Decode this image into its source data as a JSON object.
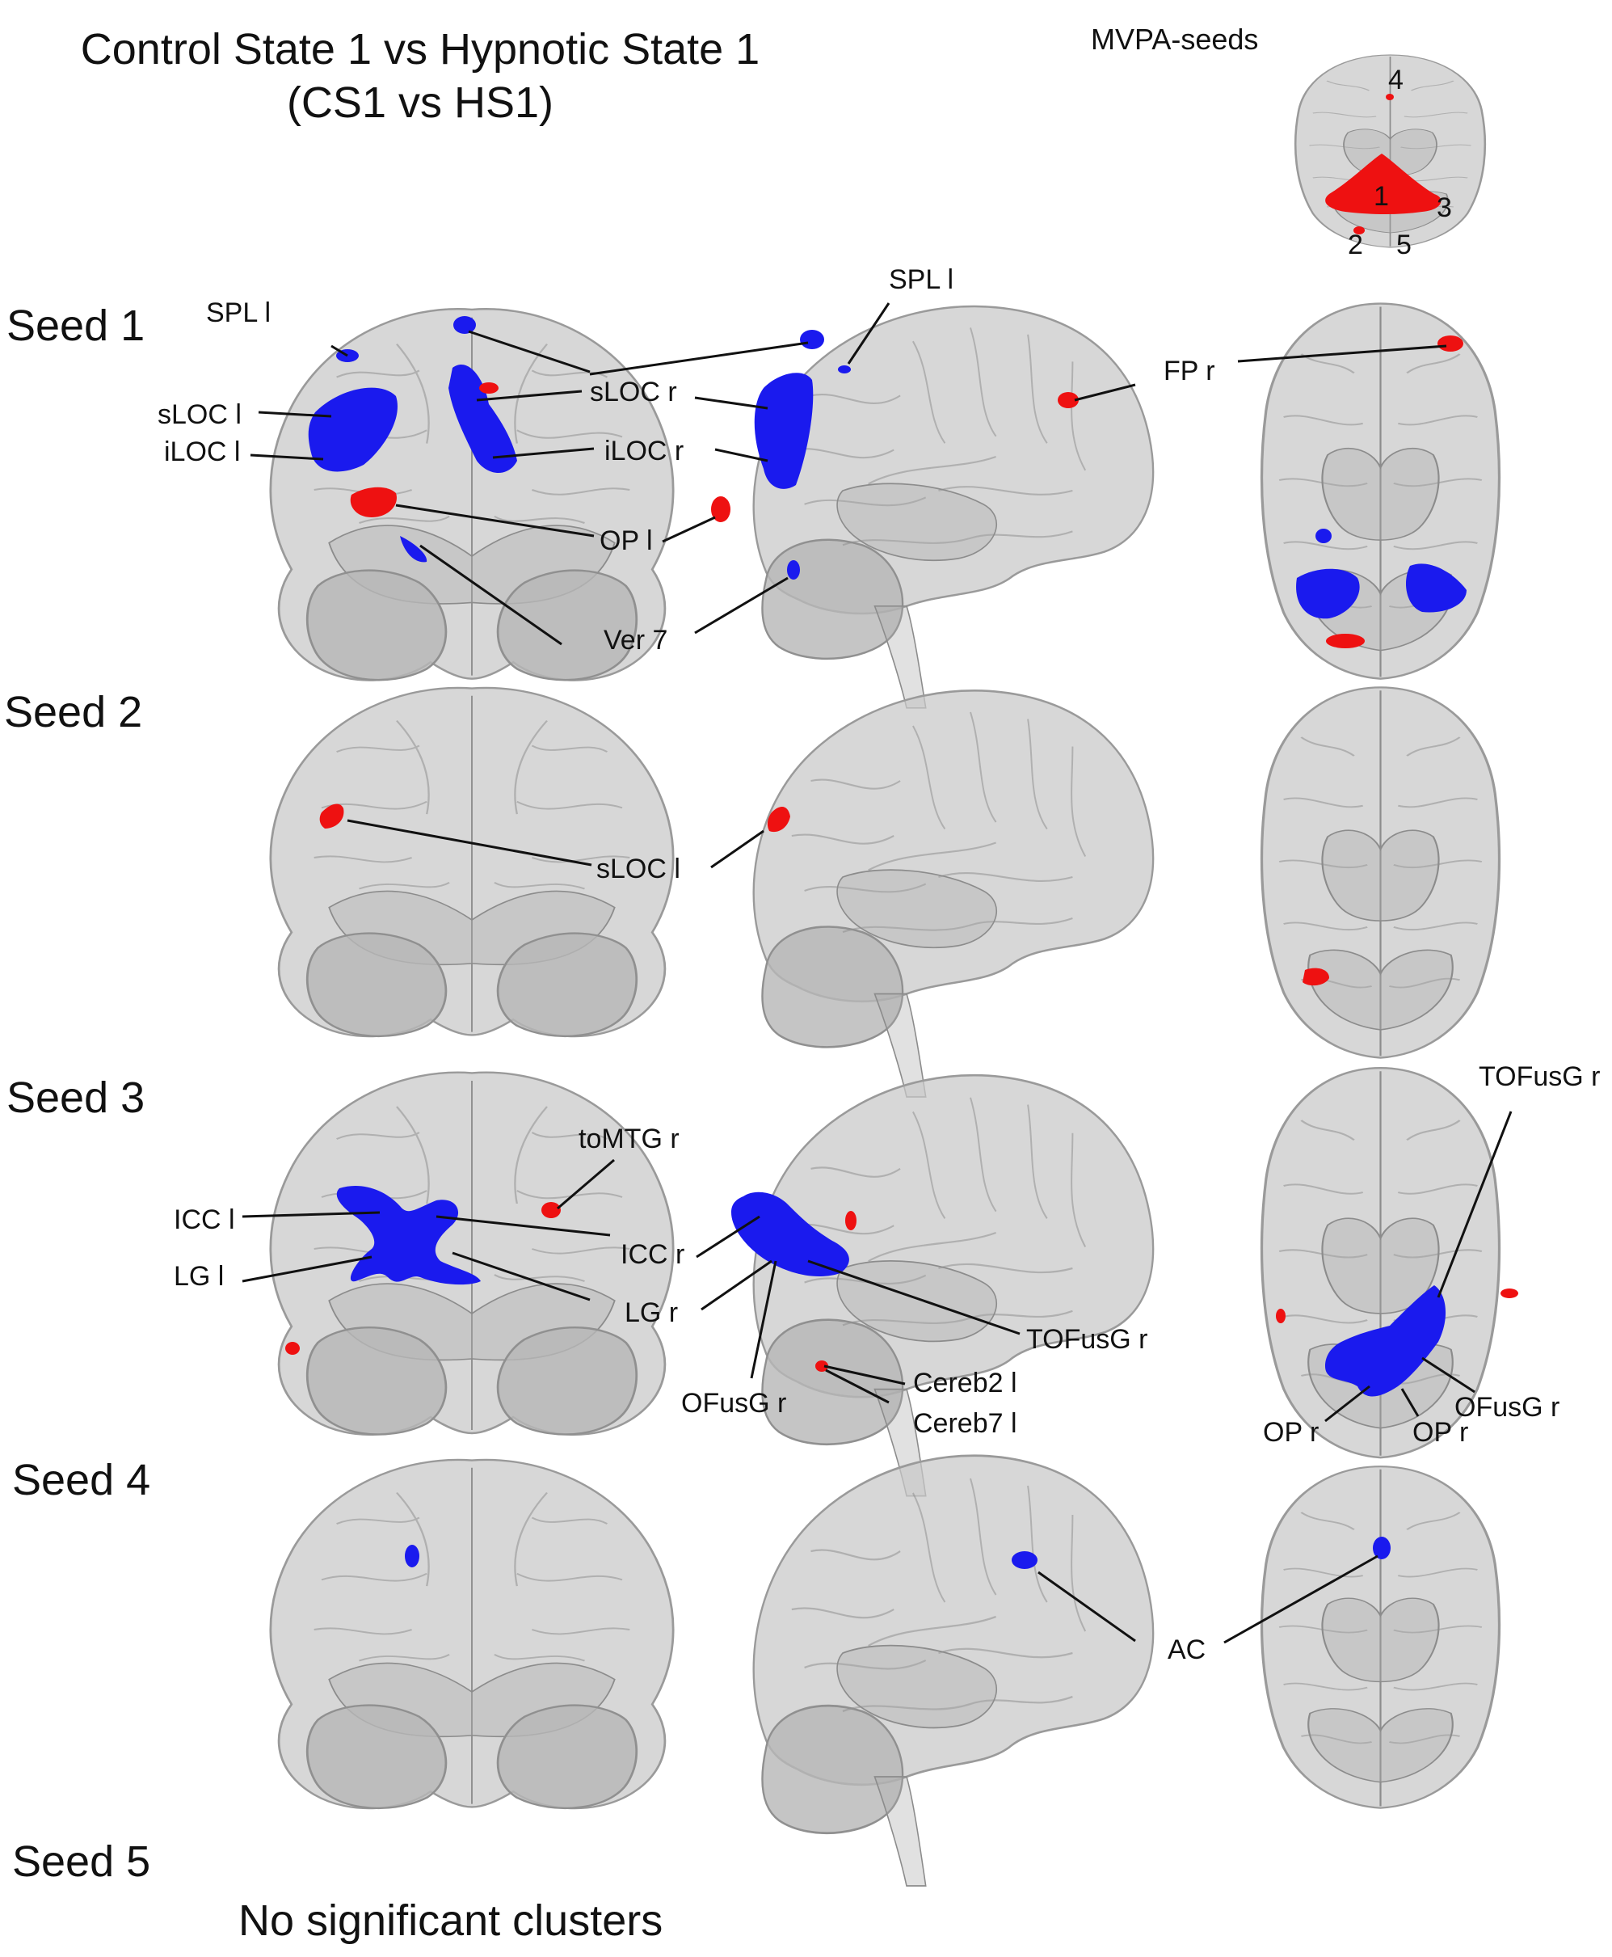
{
  "title": {
    "line1": "Control State 1 vs Hypnotic State 1",
    "line2": "(CS1 vs HS1)"
  },
  "mvpa": {
    "label": "MVPA-seeds",
    "numbers": [
      "4",
      "1",
      "3",
      "2",
      "5"
    ]
  },
  "seeds": [
    {
      "label": "Seed 1"
    },
    {
      "label": "Seed 2"
    },
    {
      "label": "Seed 3"
    },
    {
      "label": "Seed 4"
    },
    {
      "label": "Seed 5",
      "note": "No significant clusters"
    }
  ],
  "labels": {
    "s1_spl_l_a": "SPL l",
    "s1_sloc_l": "sLOC l",
    "s1_iloc_l": "iLOC l",
    "s1_sloc_r": "sLOC r",
    "s1_iloc_r": "iLOC r",
    "s1_op_l": "OP l",
    "s1_ver7": "Ver 7",
    "s1_spl_l_b": "SPL l",
    "s1_fp_r": "FP r",
    "s2_sloc_l": "sLOC l",
    "s3_tomtg_r": "toMTG r",
    "s3_icc_l": "ICC l",
    "s3_lg_l": "LG l",
    "s3_icc_r": "ICC r",
    "s3_lg_r": "LG r",
    "s3_tofusg_r_a": "TOFusG r",
    "s3_ofusg_r_a": "OFusG r",
    "s3_cereb2_l": "Cereb2 l",
    "s3_cereb7_l": "Cereb7 l",
    "s3_tofusg_r_b": "TOFusG r",
    "s3_ofusg_r_b": "OFusG r",
    "s3_op_r_a": "OP r",
    "s3_op_r_b": "OP r",
    "s4_ac": "AC"
  },
  "colors": {
    "positive_cluster": "#ee1111",
    "negative_cluster": "#1a1aee",
    "glass_brain": "#c8c8c8"
  },
  "views": [
    "coronal",
    "sagittal",
    "axial"
  ]
}
